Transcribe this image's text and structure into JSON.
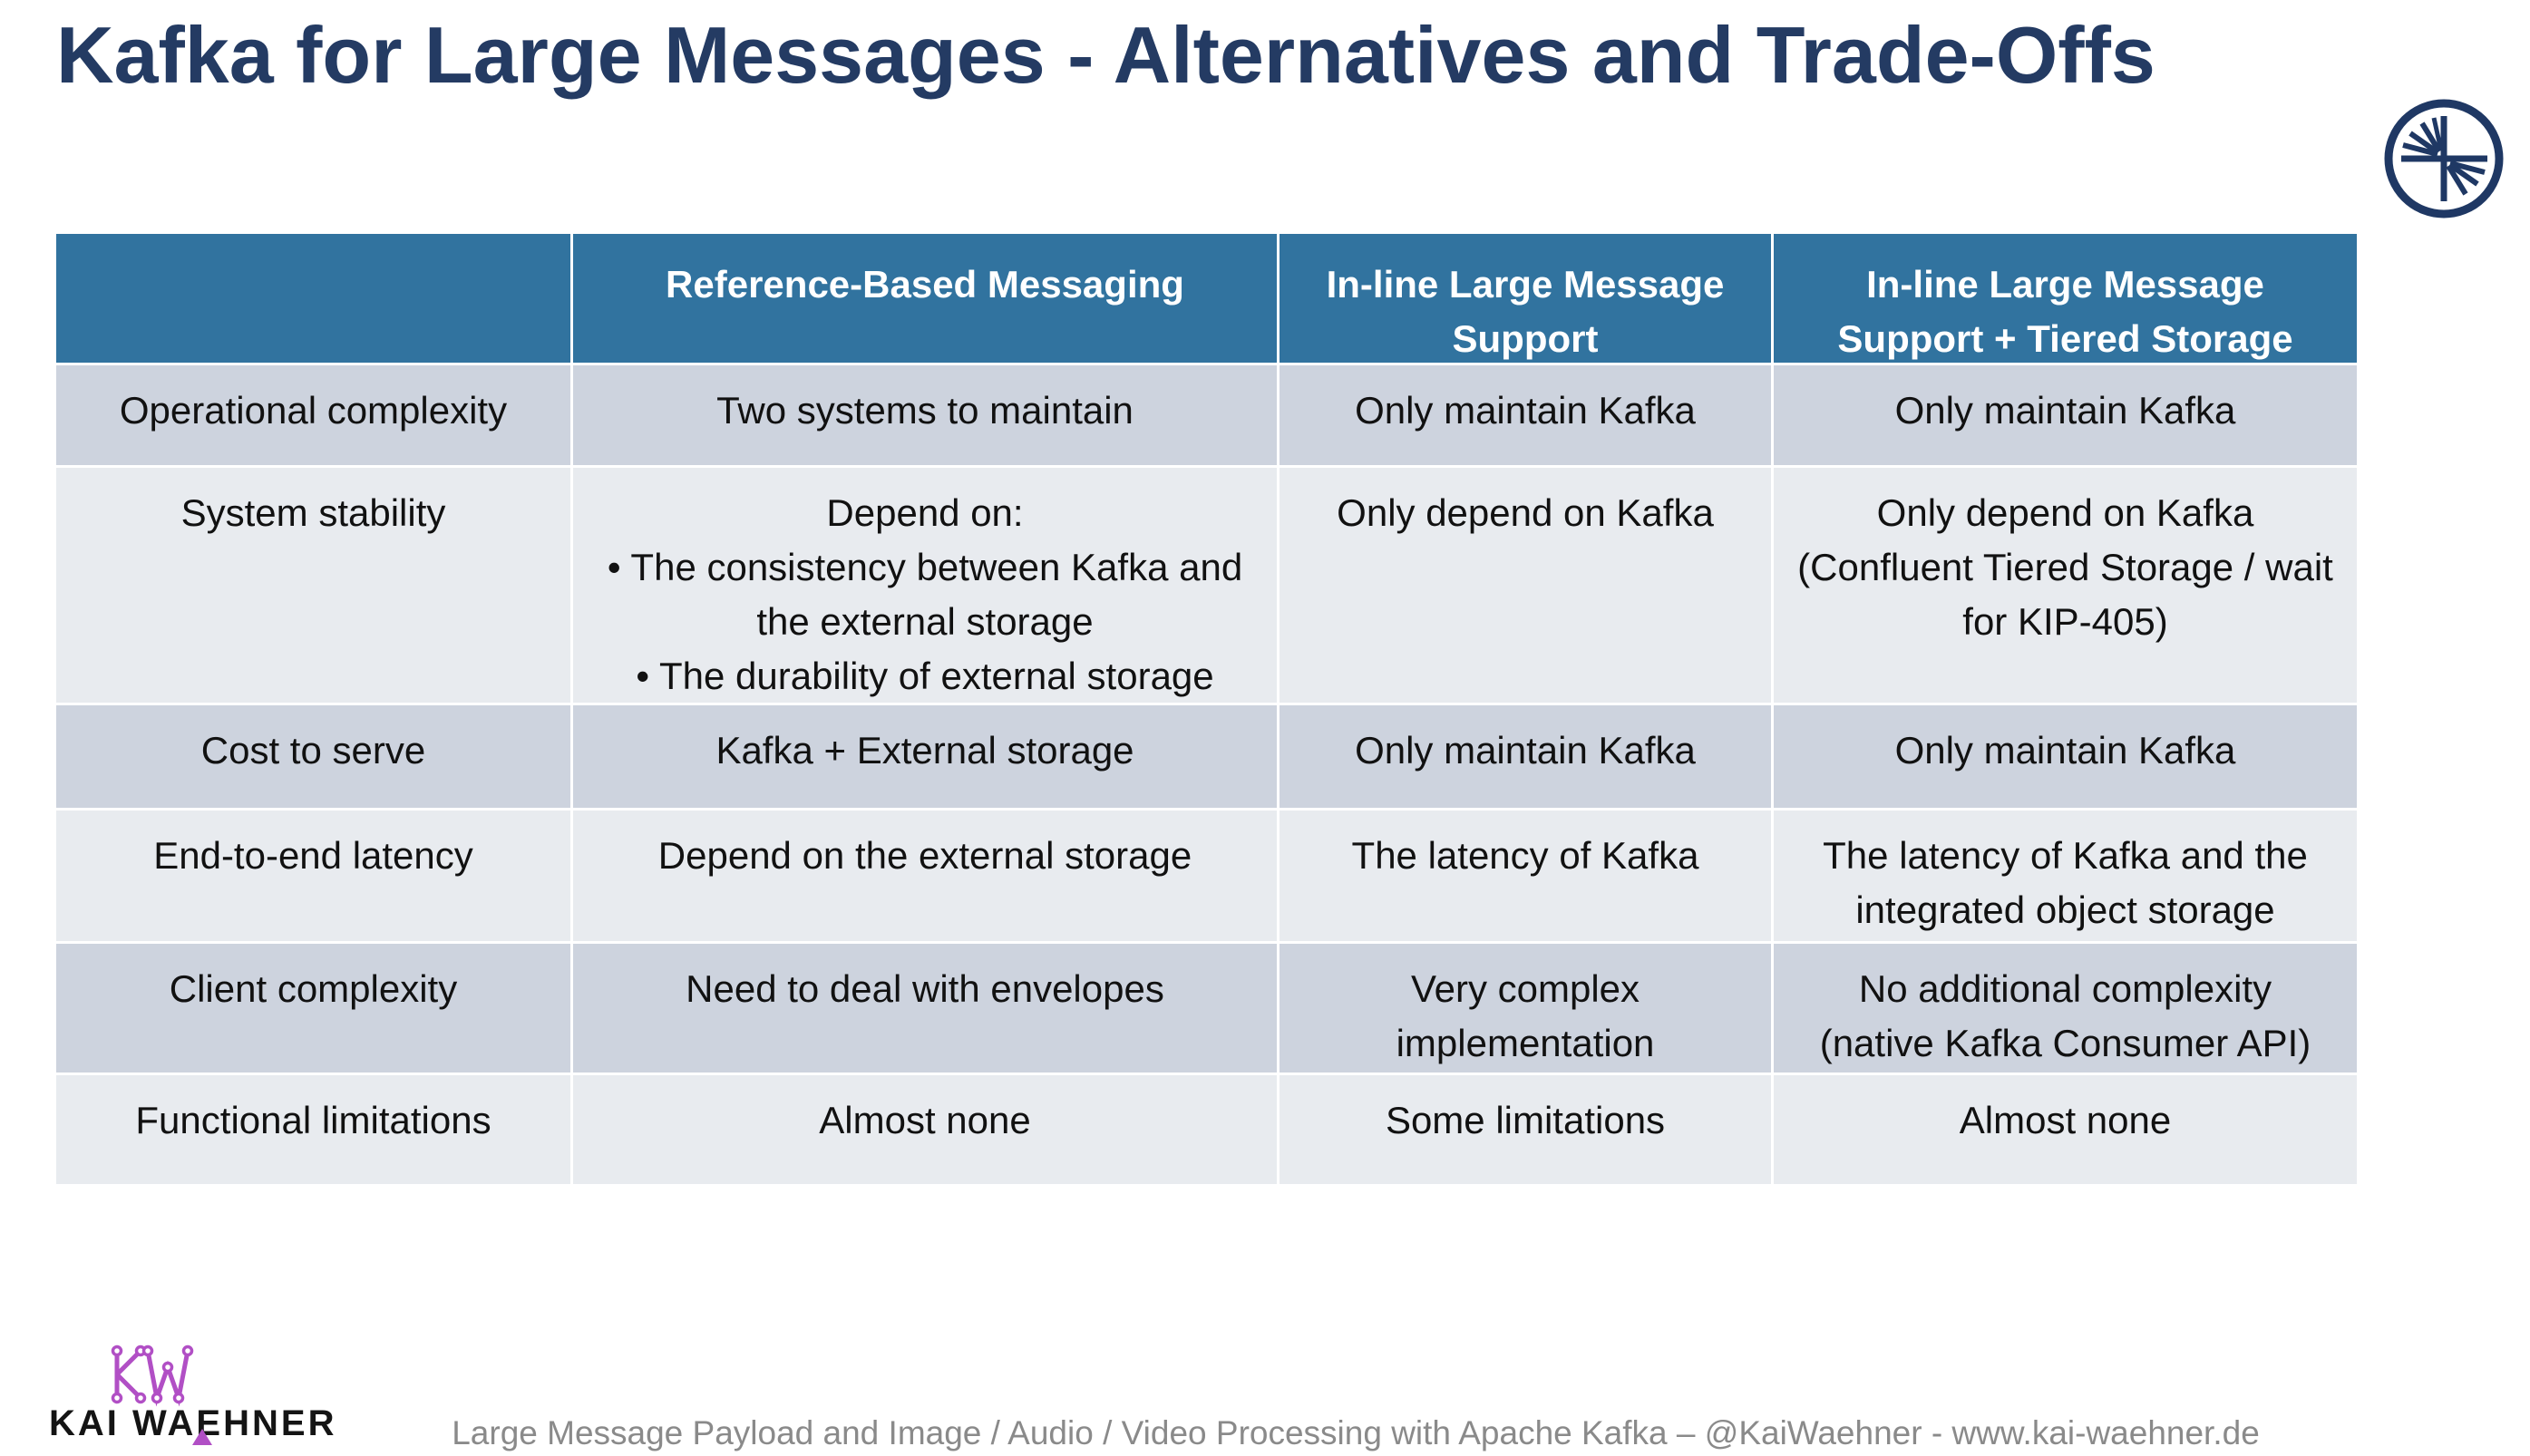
{
  "title": "Kafka for Large Messages - Alternatives and Trade-Offs",
  "colors": {
    "title_navy": "#243B63",
    "header_teal": "#31739F",
    "row_dark": "#CDD3DE",
    "row_light": "#E8EBEF",
    "brand_purple": "#B14FC5",
    "footer_gray": "#8A8A8A",
    "logo_navy": "#1F3864"
  },
  "table": {
    "headers": [
      "",
      "Reference-Based Messaging",
      "In-line Large Message Support",
      "In-line Large Message Support + Tiered Storage"
    ],
    "rows": [
      {
        "label": "Operational complexity",
        "cells": [
          "Two systems to maintain",
          "Only maintain Kafka",
          "Only maintain Kafka"
        ]
      },
      {
        "label": "System stability",
        "cells": [
          "Depend on:\n• The consistency between Kafka and the external storage\n• The durability of external storage",
          "Only depend on Kafka",
          "Only depend on Kafka\n(Confluent Tiered Storage / wait for KIP-405)"
        ]
      },
      {
        "label": "Cost to serve",
        "cells": [
          "Kafka + External storage",
          "Only maintain Kafka",
          "Only maintain Kafka"
        ]
      },
      {
        "label": "End-to-end latency",
        "cells": [
          "Depend on the external storage",
          "The latency of Kafka",
          "The latency of Kafka and the integrated object storage"
        ]
      },
      {
        "label": "Client complexity",
        "cells": [
          "Need to deal with envelopes",
          "Very complex implementation",
          "No additional complexity\n(native Kafka Consumer API)"
        ]
      },
      {
        "label": "Functional limitations",
        "cells": [
          "Almost none",
          "Some limitations",
          "Almost none"
        ]
      }
    ]
  },
  "footer": {
    "brand": "KAI WAEHNER",
    "caption": "Large Message Payload and Image / Audio / Video Processing with Apache Kafka – @KaiWaehner - www.kai-waehner.de"
  }
}
